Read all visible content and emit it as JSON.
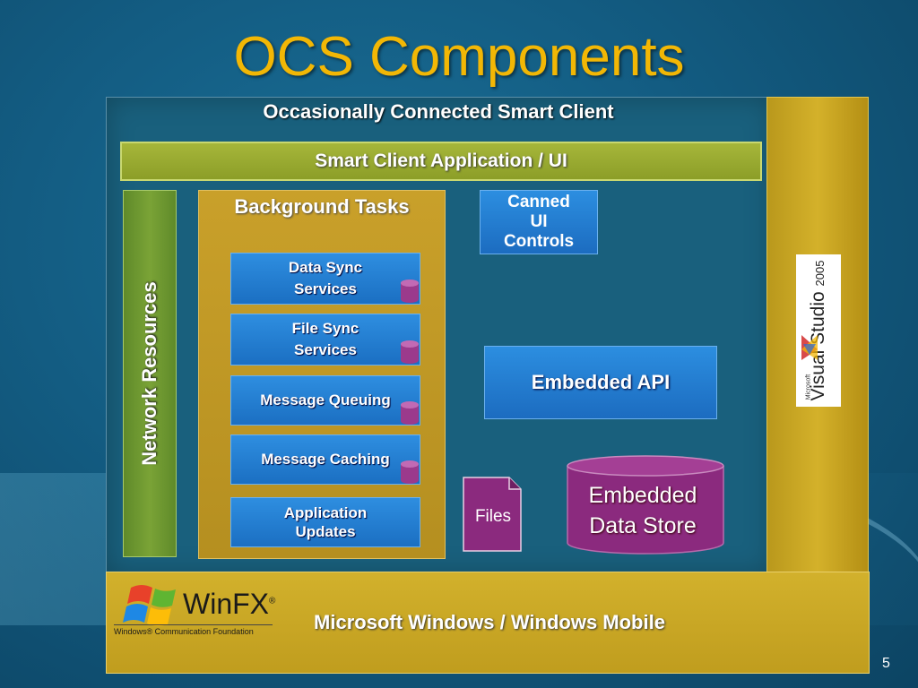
{
  "slide": {
    "title": "OCS Components",
    "page_number": "5"
  },
  "diagram": {
    "occasionally_connected_title": "Occasionally Connected Smart Client",
    "smart_client_ui": "Smart Client Application / UI",
    "network_resources": "Network Resources",
    "background_tasks": {
      "title": "Background Tasks",
      "items": [
        {
          "line1": "Data Sync",
          "line2": "Services"
        },
        {
          "line1": "File Sync",
          "line2": "Services"
        },
        {
          "line1": "Message Queuing",
          "line2": ""
        },
        {
          "line1": "Message Caching",
          "line2": ""
        },
        {
          "line1": "Application",
          "line2": "Updates"
        }
      ]
    },
    "canned_ui_controls": {
      "line1": "Canned",
      "line2": "UI",
      "line3": "Controls"
    },
    "embedded_api": "Embedded API",
    "files": "Files",
    "embedded_data_store": {
      "line1": "Embedded",
      "line2": "Data Store"
    },
    "visual_studio_logo": {
      "text": "Visual Studio",
      "year": "2005",
      "brand": "Microsoft"
    },
    "windows_platform": "Microsoft Windows / Windows Mobile",
    "winfx_logo": {
      "text": "WinFX",
      "tm": "®",
      "subtitle": "Windows® Communication Foundation"
    }
  },
  "colors": {
    "title": "#f2b705",
    "accent_gold": "#c9a02a",
    "accent_blue": "#1c6cc0",
    "accent_green": "#7aa336",
    "accent_purple": "#8b2a7e"
  }
}
